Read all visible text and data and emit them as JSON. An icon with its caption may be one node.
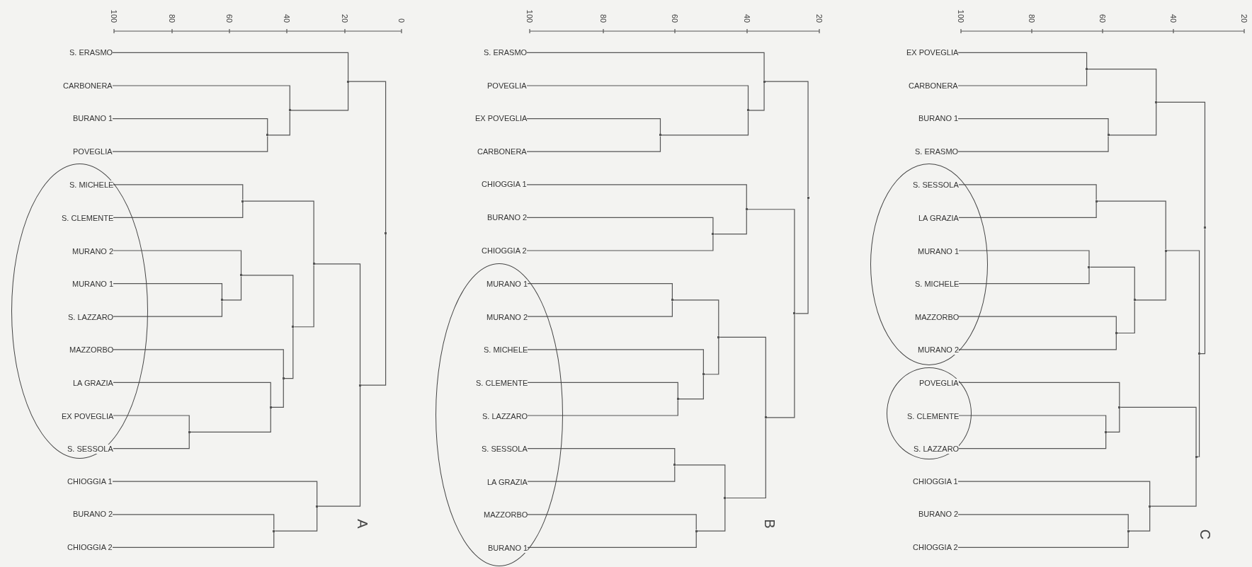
{
  "diagram": {
    "nodes": [
      {
        "text": [
          "S. ERASMO"
        ]
      },
      {
        "text": [
          "CARBONERA"
        ]
      },
      {
        "text": [
          "BURANO 1"
        ]
      },
      {
        "text": [
          "POVEGLIA"
        ]
      },
      {
        "text": [],
        "shape": "ellipse"
      },
      {
        "text": [
          "S. MICHELE"
        ],
        "in": 4
      },
      {
        "text": [
          "S. CLEMENTE"
        ],
        "in": 4
      },
      {
        "text": [
          "MURANO 2"
        ],
        "in": 4
      },
      {
        "text": [
          "MURANO 1"
        ],
        "in": 4
      },
      {
        "text": [
          "S. LAZZARO"
        ],
        "in": 4
      },
      {
        "text": [
          "MAZZORBO"
        ],
        "in": 4
      },
      {
        "text": [
          "LA GRAZIA"
        ],
        "in": 4
      },
      {
        "text": [
          "EX POVEGLIA"
        ],
        "in": 4
      },
      {
        "text": [
          "S. SESSOLA"
        ],
        "in": 4
      },
      {
        "text": [
          "CHIOGGIA 1"
        ]
      },
      {
        "text": [
          "BURANO 2"
        ]
      },
      {
        "text": [
          "CHIOGGIA 2"
        ]
      },
      {
        "text": [],
        "shape": "point"
      },
      {
        "text": [],
        "shape": "point"
      },
      {
        "text": [],
        "shape": "point"
      },
      {
        "text": [],
        "shape": "point"
      },
      {
        "text": [],
        "shape": "point"
      },
      {
        "text": [],
        "shape": "point"
      },
      {
        "text": [],
        "shape": "point"
      },
      {
        "text": [],
        "shape": "point"
      },
      {
        "text": [],
        "shape": "point"
      },
      {
        "text": [],
        "shape": "point"
      },
      {
        "text": [],
        "shape": "point"
      },
      {
        "text": [],
        "shape": "point"
      },
      {
        "text": [],
        "shape": "point"
      },
      {
        "text": [],
        "shape": "point"
      },
      {
        "text": [],
        "shape": "point"
      },
      {
        "text": [
          "S. ERASMO"
        ]
      },
      {
        "text": [
          "POVEGLIA"
        ]
      },
      {
        "text": [
          "EX POVEGLIA"
        ]
      },
      {
        "text": [
          "CARBONERA"
        ]
      },
      {
        "text": [
          "CHIOGGIA 1"
        ]
      },
      {
        "text": [
          "BURANO 2"
        ]
      },
      {
        "text": [
          "CHIOGGIA 2"
        ]
      },
      {
        "text": [],
        "shape": "ellipse"
      },
      {
        "text": [
          "MURANO 1"
        ],
        "in": 39
      },
      {
        "text": [
          "MURANO 2"
        ],
        "in": 39
      },
      {
        "text": [
          "S. MICHELE"
        ],
        "in": 39
      },
      {
        "text": [
          "S. CLEMENTE"
        ],
        "in": 39
      },
      {
        "text": [
          "S. LAZZARO"
        ],
        "in": 39
      },
      {
        "text": [
          "S. SESSOLA"
        ],
        "in": 39
      },
      {
        "text": [
          "LA GRAZIA"
        ],
        "in": 39
      },
      {
        "text": [
          "MAZZORBO"
        ],
        "in": 39
      },
      {
        "text": [
          "BURANO 1"
        ],
        "in": 39
      },
      {
        "text": [],
        "shape": "point"
      },
      {
        "text": [],
        "shape": "point"
      },
      {
        "text": [],
        "shape": "point"
      },
      {
        "text": [],
        "shape": "point"
      },
      {
        "text": [],
        "shape": "point"
      },
      {
        "text": [],
        "shape": "point"
      },
      {
        "text": [],
        "shape": "point"
      },
      {
        "text": [],
        "shape": "point"
      },
      {
        "text": [],
        "shape": "point"
      },
      {
        "text": [],
        "shape": "point"
      },
      {
        "text": [],
        "shape": "point"
      },
      {
        "text": [],
        "shape": "point"
      },
      {
        "text": [],
        "shape": "point"
      },
      {
        "text": [],
        "shape": "point"
      },
      {
        "text": [],
        "shape": "point"
      },
      {
        "text": [
          "EX POVEGLIA"
        ]
      },
      {
        "text": [
          "CARBONERA"
        ]
      },
      {
        "text": [
          "BURANO 1"
        ]
      },
      {
        "text": [
          "S. ERASMO"
        ]
      },
      {
        "text": [],
        "shape": "ellipse"
      },
      {
        "text": [
          "S. SESSOLA"
        ],
        "in": 68
      },
      {
        "text": [
          "LA GRAZIA"
        ],
        "in": 68
      },
      {
        "text": [
          "MURANO 1"
        ],
        "in": 68
      },
      {
        "text": [
          "S. MICHELE"
        ],
        "in": 68
      },
      {
        "text": [
          "MAZZORBO"
        ],
        "in": 68
      },
      {
        "text": [
          "MURANO 2"
        ],
        "in": 68
      },
      {
        "text": [],
        "shape": "ellipse"
      },
      {
        "text": [
          "POVEGLIA"
        ],
        "in": 75
      },
      {
        "text": [
          "S. CLEMENTE"
        ],
        "in": 75
      },
      {
        "text": [
          "S. LAZZARO"
        ],
        "in": 75
      },
      {
        "text": [
          "CHIOGGIA 1"
        ]
      },
      {
        "text": [
          "BURANO 2"
        ]
      },
      {
        "text": [
          "CHIOGGIA 2"
        ]
      },
      {
        "text": [],
        "shape": "point"
      },
      {
        "text": [],
        "shape": "point"
      },
      {
        "text": [],
        "shape": "point"
      },
      {
        "text": [],
        "shape": "point"
      },
      {
        "text": [],
        "shape": "point"
      },
      {
        "text": [],
        "shape": "point"
      },
      {
        "text": [],
        "shape": "point"
      },
      {
        "text": [],
        "shape": "point"
      },
      {
        "text": [],
        "shape": "point"
      },
      {
        "text": [],
        "shape": "point"
      },
      {
        "text": [],
        "shape": "point"
      },
      {
        "text": [],
        "shape": "point"
      },
      {
        "text": [],
        "shape": "point"
      },
      {
        "text": [],
        "shape": "point"
      },
      {
        "text": [],
        "shape": "point"
      }
    ],
    "edges": [
      {
        "from": 2,
        "to": 17,
        "arrow": "none"
      },
      {
        "from": 3,
        "to": 17,
        "arrow": "none"
      },
      {
        "from": 1,
        "to": 18,
        "arrow": "none"
      },
      {
        "from": 17,
        "to": 18,
        "arrow": "none"
      },
      {
        "from": 0,
        "to": 19,
        "arrow": "none"
      },
      {
        "from": 18,
        "to": 19,
        "arrow": "none"
      },
      {
        "from": 5,
        "to": 20,
        "arrow": "none"
      },
      {
        "from": 6,
        "to": 20,
        "arrow": "none"
      },
      {
        "from": 8,
        "to": 21,
        "arrow": "none"
      },
      {
        "from": 9,
        "to": 21,
        "arrow": "none"
      },
      {
        "from": 7,
        "to": 22,
        "arrow": "none"
      },
      {
        "from": 21,
        "to": 22,
        "arrow": "none"
      },
      {
        "from": 12,
        "to": 23,
        "arrow": "none"
      },
      {
        "from": 13,
        "to": 23,
        "arrow": "none"
      },
      {
        "from": 11,
        "to": 24,
        "arrow": "none"
      },
      {
        "from": 23,
        "to": 24,
        "arrow": "none"
      },
      {
        "from": 10,
        "to": 25,
        "arrow": "none"
      },
      {
        "from": 24,
        "to": 25,
        "arrow": "none"
      },
      {
        "from": 22,
        "to": 26,
        "arrow": "none"
      },
      {
        "from": 25,
        "to": 26,
        "arrow": "none"
      },
      {
        "from": 20,
        "to": 27,
        "arrow": "none"
      },
      {
        "from": 26,
        "to": 27,
        "arrow": "none"
      },
      {
        "from": 15,
        "to": 28,
        "arrow": "none"
      },
      {
        "from": 16,
        "to": 28,
        "arrow": "none"
      },
      {
        "from": 14,
        "to": 29,
        "arrow": "none"
      },
      {
        "from": 28,
        "to": 29,
        "arrow": "none"
      },
      {
        "from": 27,
        "to": 30,
        "arrow": "none"
      },
      {
        "from": 29,
        "to": 30,
        "arrow": "none"
      },
      {
        "from": 19,
        "to": 31,
        "arrow": "none"
      },
      {
        "from": 30,
        "to": 31,
        "arrow": "none"
      },
      {
        "from": 34,
        "to": 49,
        "arrow": "none"
      },
      {
        "from": 35,
        "to": 49,
        "arrow": "none"
      },
      {
        "from": 33,
        "to": 50,
        "arrow": "none"
      },
      {
        "from": 49,
        "to": 50,
        "arrow": "none"
      },
      {
        "from": 32,
        "to": 51,
        "arrow": "none"
      },
      {
        "from": 50,
        "to": 51,
        "arrow": "none"
      },
      {
        "from": 37,
        "to": 52,
        "arrow": "none"
      },
      {
        "from": 38,
        "to": 52,
        "arrow": "none"
      },
      {
        "from": 36,
        "to": 53,
        "arrow": "none"
      },
      {
        "from": 52,
        "to": 53,
        "arrow": "none"
      },
      {
        "from": 40,
        "to": 54,
        "arrow": "none"
      },
      {
        "from": 41,
        "to": 54,
        "arrow": "none"
      },
      {
        "from": 43,
        "to": 55,
        "arrow": "none"
      },
      {
        "from": 44,
        "to": 55,
        "arrow": "none"
      },
      {
        "from": 42,
        "to": 56,
        "arrow": "none"
      },
      {
        "from": 55,
        "to": 56,
        "arrow": "none"
      },
      {
        "from": 54,
        "to": 57,
        "arrow": "none"
      },
      {
        "from": 56,
        "to": 57,
        "arrow": "none"
      },
      {
        "from": 45,
        "to": 58,
        "arrow": "none"
      },
      {
        "from": 46,
        "to": 58,
        "arrow": "none"
      },
      {
        "from": 47,
        "to": 59,
        "arrow": "none"
      },
      {
        "from": 48,
        "to": 59,
        "arrow": "none"
      },
      {
        "from": 58,
        "to": 60,
        "arrow": "none"
      },
      {
        "from": 59,
        "to": 60,
        "arrow": "none"
      },
      {
        "from": 57,
        "to": 61,
        "arrow": "none"
      },
      {
        "from": 60,
        "to": 61,
        "arrow": "none"
      },
      {
        "from": 53,
        "to": 62,
        "arrow": "none"
      },
      {
        "from": 61,
        "to": 62,
        "arrow": "none"
      },
      {
        "from": 51,
        "to": 63,
        "arrow": "none"
      },
      {
        "from": 62,
        "to": 63,
        "arrow": "none"
      },
      {
        "from": 64,
        "to": 82,
        "arrow": "none"
      },
      {
        "from": 65,
        "to": 82,
        "arrow": "none"
      },
      {
        "from": 66,
        "to": 83,
        "arrow": "none"
      },
      {
        "from": 67,
        "to": 83,
        "arrow": "none"
      },
      {
        "from": 82,
        "to": 84,
        "arrow": "none"
      },
      {
        "from": 83,
        "to": 84,
        "arrow": "none"
      },
      {
        "from": 69,
        "to": 85,
        "arrow": "none"
      },
      {
        "from": 70,
        "to": 85,
        "arrow": "none"
      },
      {
        "from": 71,
        "to": 86,
        "arrow": "none"
      },
      {
        "from": 72,
        "to": 86,
        "arrow": "none"
      },
      {
        "from": 73,
        "to": 87,
        "arrow": "none"
      },
      {
        "from": 74,
        "to": 87,
        "arrow": "none"
      },
      {
        "from": 86,
        "to": 88,
        "arrow": "none"
      },
      {
        "from": 87,
        "to": 88,
        "arrow": "none"
      },
      {
        "from": 85,
        "to": 89,
        "arrow": "none"
      },
      {
        "from": 88,
        "to": 89,
        "arrow": "none"
      },
      {
        "from": 77,
        "to": 90,
        "arrow": "none"
      },
      {
        "from": 78,
        "to": 90,
        "arrow": "none"
      },
      {
        "from": 76,
        "to": 91,
        "arrow": "none"
      },
      {
        "from": 90,
        "to": 91,
        "arrow": "none"
      },
      {
        "from": 80,
        "to": 92,
        "arrow": "none"
      },
      {
        "from": 81,
        "to": 92,
        "arrow": "none"
      },
      {
        "from": 79,
        "to": 93,
        "arrow": "none"
      },
      {
        "from": 92,
        "to": 93,
        "arrow": "none"
      },
      {
        "from": 91,
        "to": 94,
        "arrow": "none"
      },
      {
        "from": 93,
        "to": 94,
        "arrow": "none"
      },
      {
        "from": 89,
        "to": 95,
        "arrow": "none"
      },
      {
        "from": 94,
        "to": 95,
        "arrow": "none"
      },
      {
        "from": 84,
        "to": 96,
        "arrow": "none"
      },
      {
        "from": 95,
        "to": 96,
        "arrow": "none"
      }
    ],
    "labels": [
      "100",
      "80",
      "60",
      "40",
      "20",
      "0",
      "A",
      "100",
      "80",
      "60",
      "40",
      "20",
      "B",
      "100",
      "80",
      "60",
      "40",
      "20",
      "C"
    ]
  }
}
